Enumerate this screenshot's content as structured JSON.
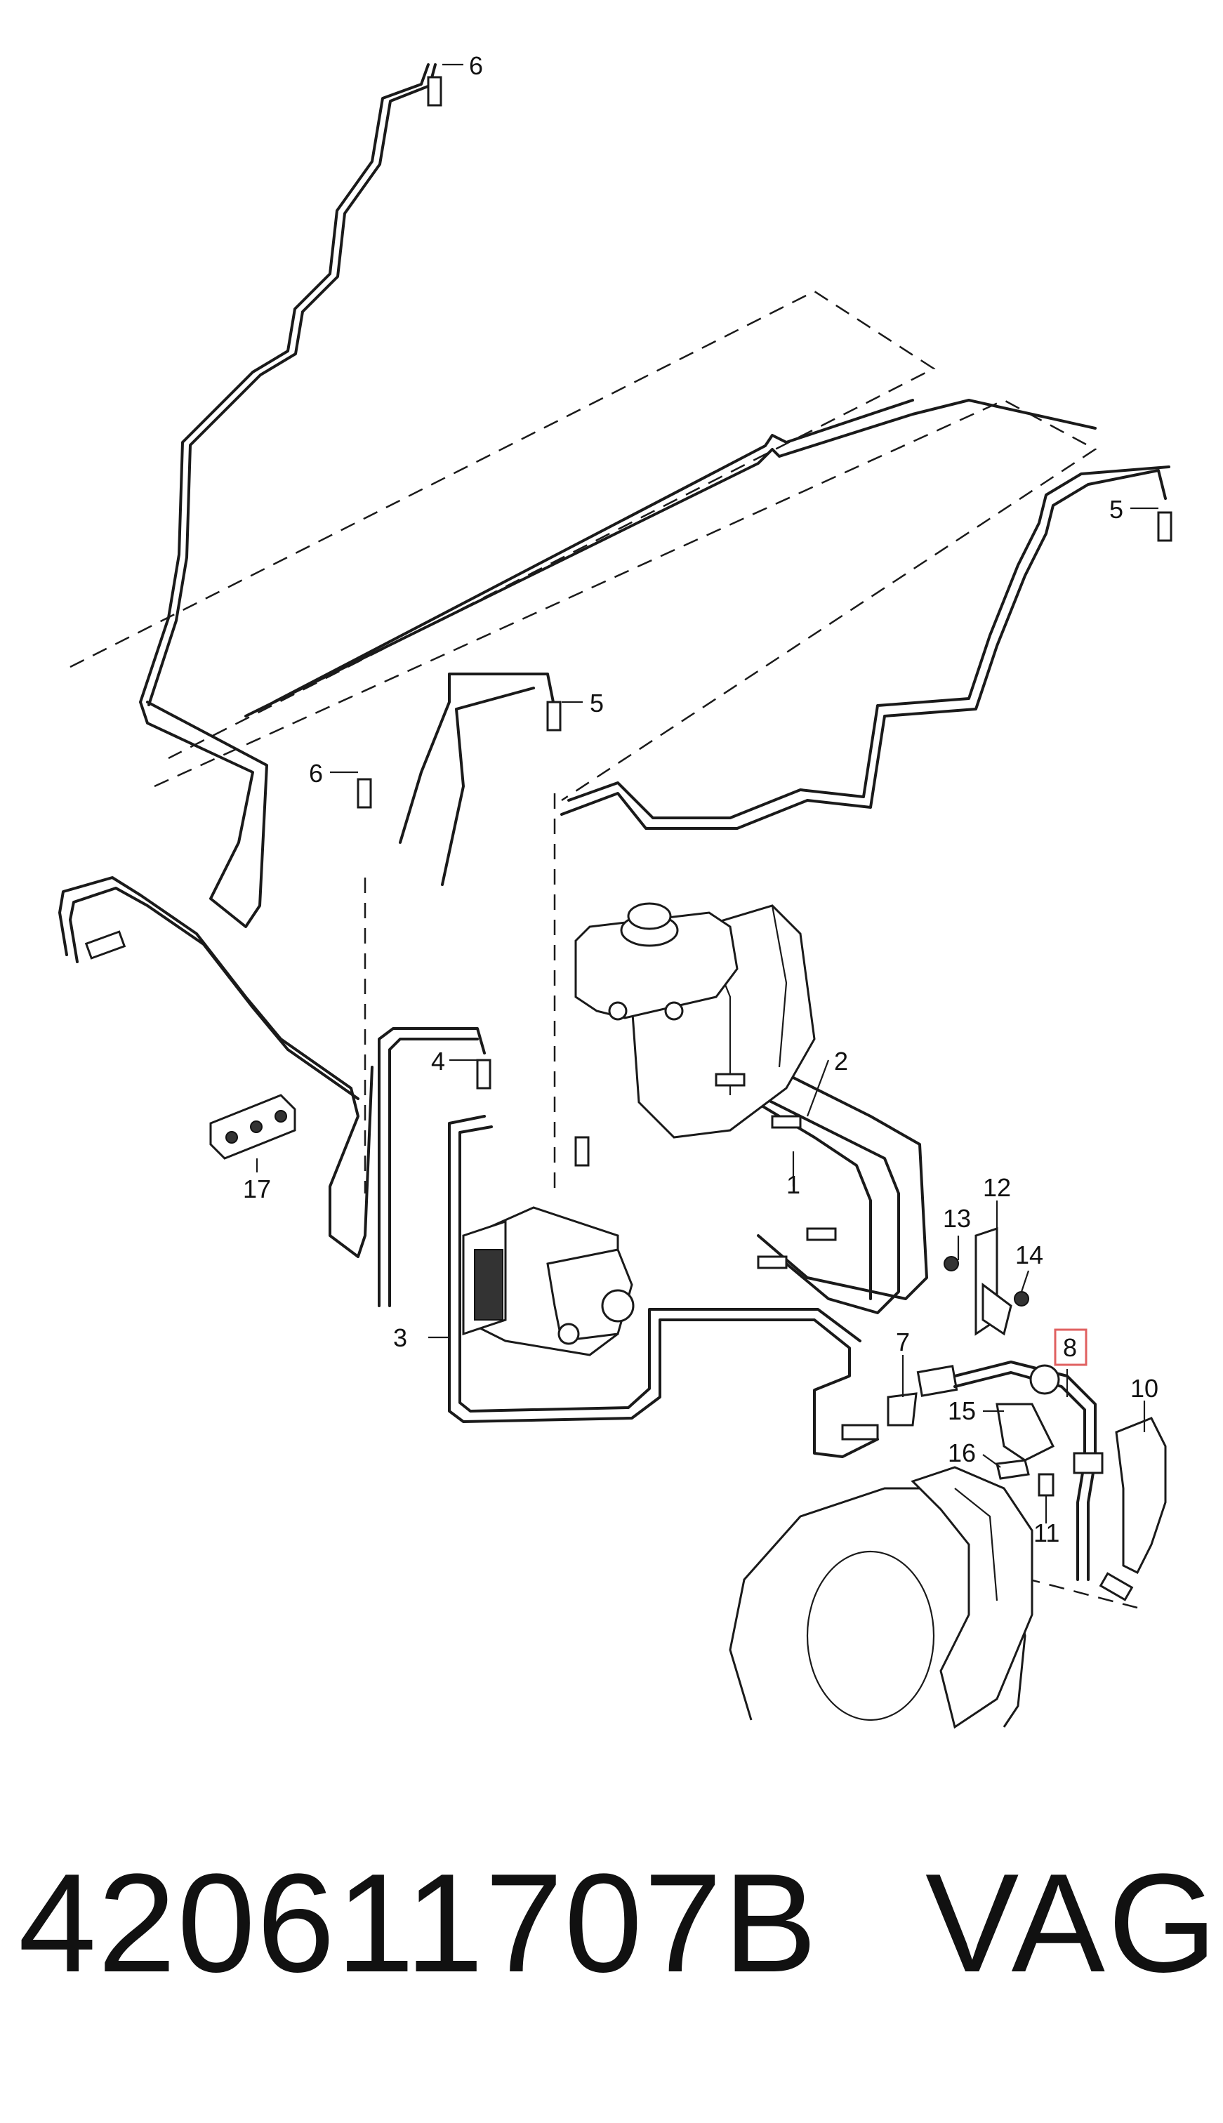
{
  "diagram": {
    "callouts": {
      "c1": "1",
      "c2": "2",
      "c3": "3",
      "c4": "4",
      "c5a": "5",
      "c5b": "5",
      "c6a": "6",
      "c6b": "6",
      "c7": "7",
      "c8": "8",
      "c10": "10",
      "c11": "11",
      "c12": "12",
      "c13": "13",
      "c14": "14",
      "c15": "15",
      "c16": "16",
      "c17": "17"
    },
    "highlight_color": "#e06060"
  },
  "footer": {
    "part_number": "420611707B",
    "brand": "VAG"
  }
}
